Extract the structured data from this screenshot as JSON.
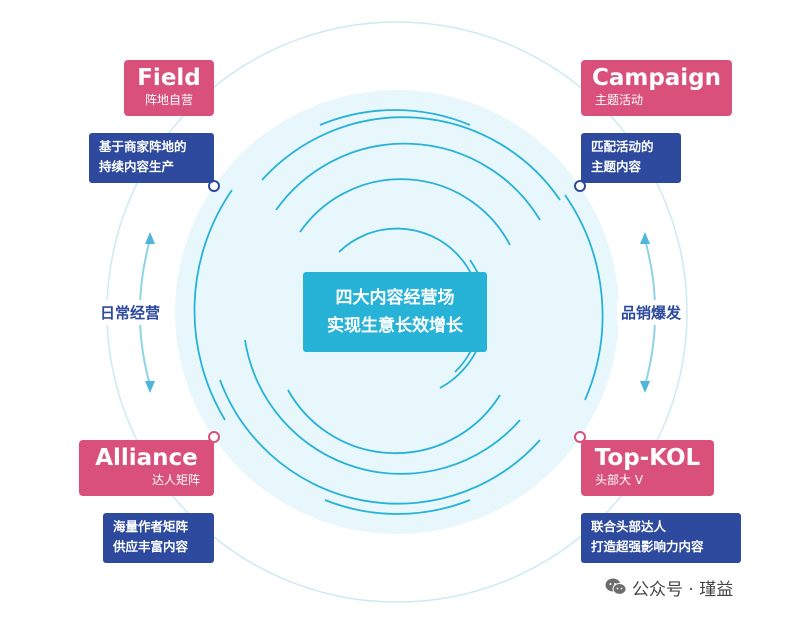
{
  "center": {
    "line1": "四大内容经营场",
    "line2": "实现生意长效增长"
  },
  "quadrants": {
    "field": {
      "title": "Field",
      "subtitle": "阵地自营",
      "desc1": "基于商家阵地的",
      "desc2": "持续内容生产"
    },
    "campaign": {
      "title": "Campaign",
      "subtitle": "主题活动",
      "desc1": "匹配活动的",
      "desc2": "主题内容"
    },
    "alliance": {
      "title": "Alliance",
      "subtitle": "达人矩阵",
      "desc1": "海量作者矩阵",
      "desc2": "供应丰富内容"
    },
    "topkol": {
      "title": "Top-KOL",
      "subtitle": "头部大 V",
      "desc1": "联合头部达人",
      "desc2": "打造超强影响力内容"
    }
  },
  "labels": {
    "left": "日常经营",
    "right": "品销爆发"
  },
  "watermark": {
    "text": "公众号 · 瑾益",
    "icon": "wechat-icon"
  },
  "colors": {
    "pink": "#d9507a",
    "navy": "#2e4a9e",
    "cyan": "#27b2d8",
    "ring": "#8fd3e6",
    "halo": "#e8f7fb"
  }
}
